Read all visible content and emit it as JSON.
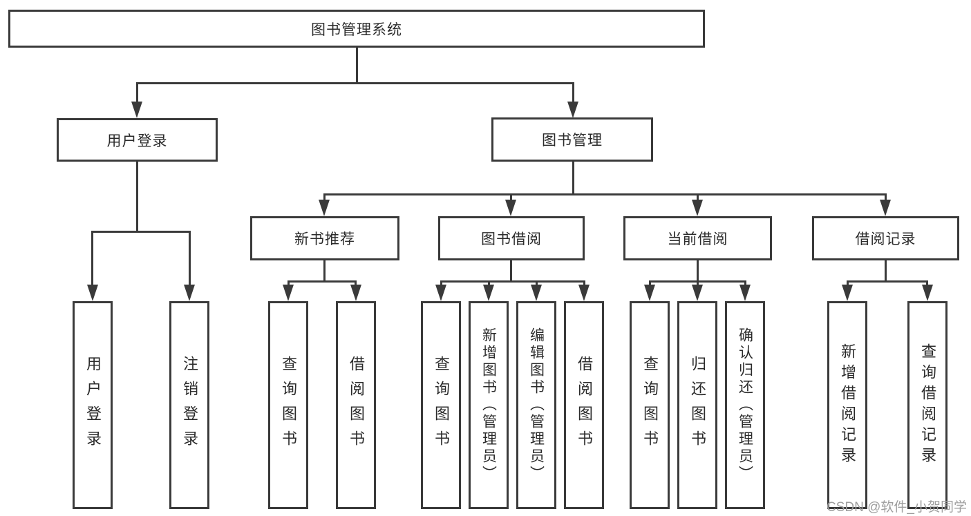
{
  "tree": {
    "root": {
      "label": "图书管理系统",
      "children": [
        {
          "label": "用户登录",
          "children": [
            {
              "label": "用户登录"
            },
            {
              "label": "注销登录"
            }
          ]
        },
        {
          "label": "图书管理",
          "children": [
            {
              "label": "新书推荐",
              "children": [
                {
                  "label": "查询图书"
                },
                {
                  "label": "借阅图书"
                }
              ]
            },
            {
              "label": "图书借阅",
              "children": [
                {
                  "label": "查询图书"
                },
                {
                  "label": "新增图书（管理员）"
                },
                {
                  "label": "编辑图书（管理员）"
                },
                {
                  "label": "借阅图书"
                }
              ]
            },
            {
              "label": "当前借阅",
              "children": [
                {
                  "label": "查询图书"
                },
                {
                  "label": "归还图书"
                },
                {
                  "label": "确认归还（管理员）"
                }
              ]
            },
            {
              "label": "借阅记录",
              "children": [
                {
                  "label": "新增借阅记录"
                },
                {
                  "label": "查询借阅记录"
                }
              ]
            }
          ]
        }
      ]
    }
  },
  "watermark": {
    "text": "CSDN @软件_小贺同学"
  },
  "colors": {
    "line": "#3a3a3a",
    "text": "#2b2b2b",
    "background": "#ffffff",
    "watermark": "#9e9e9e"
  }
}
